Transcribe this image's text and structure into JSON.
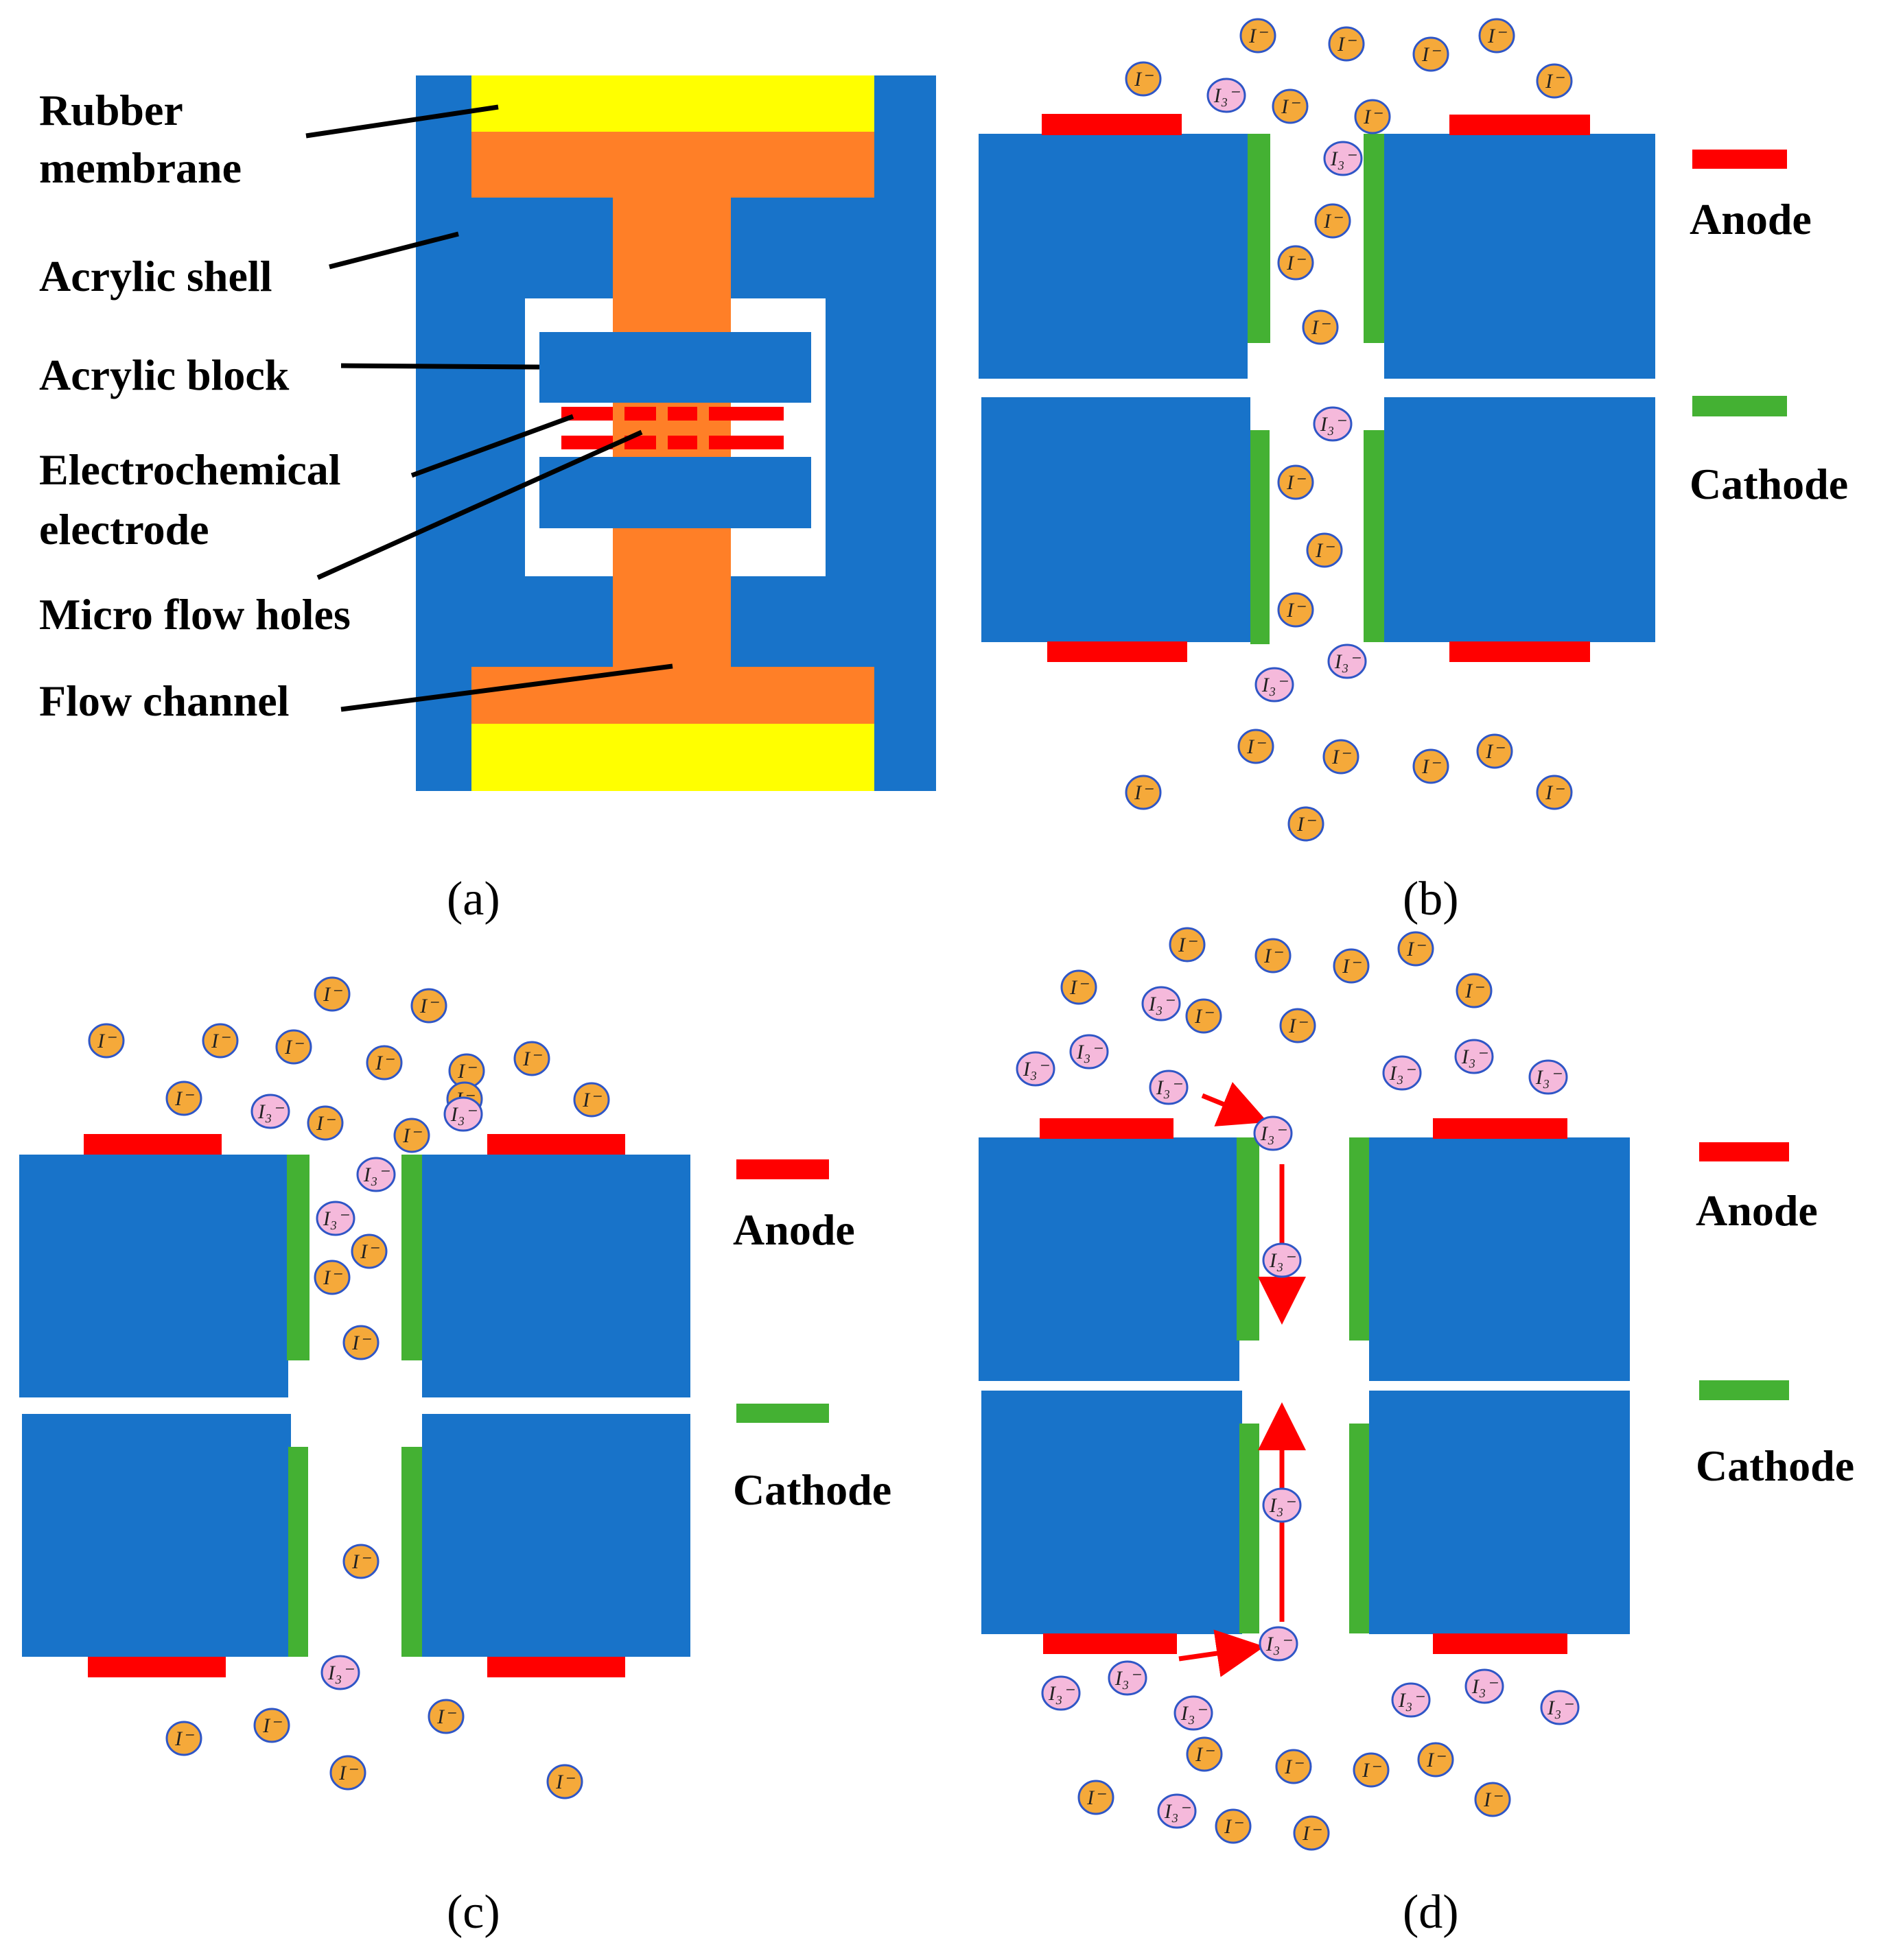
{
  "panel_a": {
    "callouts": [
      {
        "id": "rubber",
        "lines": [
          "Rubber",
          "membrane"
        ]
      },
      {
        "id": "shell",
        "lines": [
          "Acrylic shell"
        ]
      },
      {
        "id": "block",
        "lines": [
          "Acrylic block"
        ]
      },
      {
        "id": "electrode",
        "lines": [
          "Electrochemical",
          "electrode"
        ]
      },
      {
        "id": "holes",
        "lines": [
          "Micro flow holes"
        ]
      },
      {
        "id": "channel",
        "lines": [
          "Flow channel"
        ]
      }
    ]
  },
  "legend": {
    "anode": "Anode",
    "cathode": "Cathode"
  },
  "ions": {
    "iodide": "I⁻",
    "triiodide": "I₃⁻"
  },
  "captions": {
    "a": "(a)",
    "b": "(b)",
    "c": "(c)",
    "d": "(d)"
  },
  "colors": {
    "block": "#1873c9",
    "shell": "#1873c9",
    "rubber": "#ffff00",
    "channel": "#ff7f27",
    "anode": "#ff0000",
    "cathode": "#44b133",
    "iodide_fill": "#f5a93a",
    "triiodide_fill": "#f5b9db",
    "ion_stroke": "#2f56c6",
    "arrow": "#ff0000"
  }
}
